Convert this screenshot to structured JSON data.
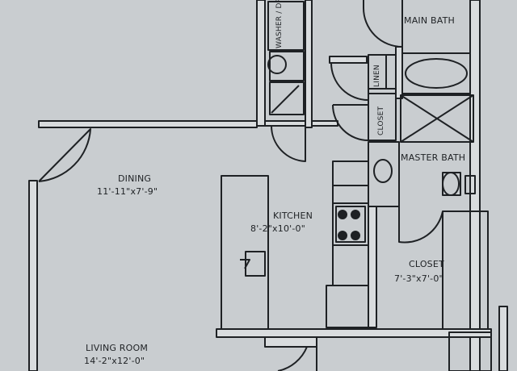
{
  "rooms": {
    "main_bath": {
      "name": "MAIN BATH"
    },
    "washer_dryer": {
      "name": "WASHER / DRY"
    },
    "linen": {
      "name": "LINEN"
    },
    "closet_small": {
      "name": "CLOSET"
    },
    "master_bath": {
      "name": "MASTER BATH"
    },
    "dining": {
      "name": "DINING",
      "size": "11'-11\"x7'-9\""
    },
    "kitchen": {
      "name": "KITCHEN",
      "size": "8'-2\"x10'-0\""
    },
    "closet": {
      "name": "CLOSET",
      "size": "7'-3\"x7'-0\""
    },
    "living_room": {
      "name": "LIVING ROOM",
      "size": "14'-2\"x12'-0\""
    }
  },
  "colors": {
    "paper": "#c9cdd0",
    "ink": "#1e2124",
    "wall_fill": "#d9dcde"
  }
}
